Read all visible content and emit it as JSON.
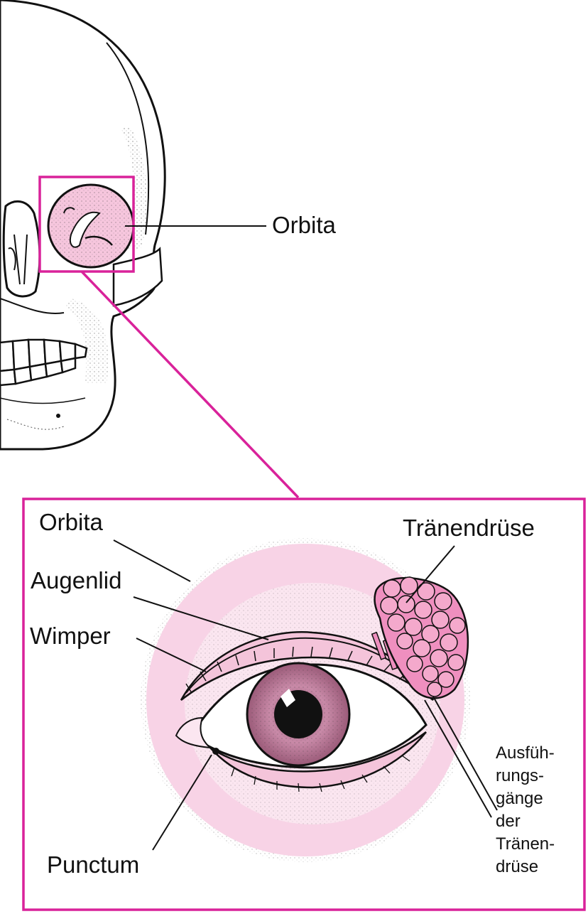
{
  "colors": {
    "accent": "#d9229a",
    "pink_fill": "#f8d3e6",
    "pink_light": "#fbe6f0",
    "iris": "#c98aa8",
    "gland": "#ef8fbf",
    "ink": "#111111"
  },
  "skull": {
    "label_orbita": "Orbita"
  },
  "eye_panel": {
    "labels": {
      "orbita": "Orbita",
      "augenlid": "Augenlid",
      "wimper": "Wimper",
      "punctum": "Punctum",
      "traenendruese": "Tränendrüse",
      "ducts_lines": [
        "Ausfüh-",
        "rungs-",
        "gänge",
        "der",
        "Tränen-",
        "drüse"
      ]
    }
  },
  "icons": [
    "skull-illustration",
    "eye-illustration",
    "lacrimal-gland-illustration"
  ]
}
